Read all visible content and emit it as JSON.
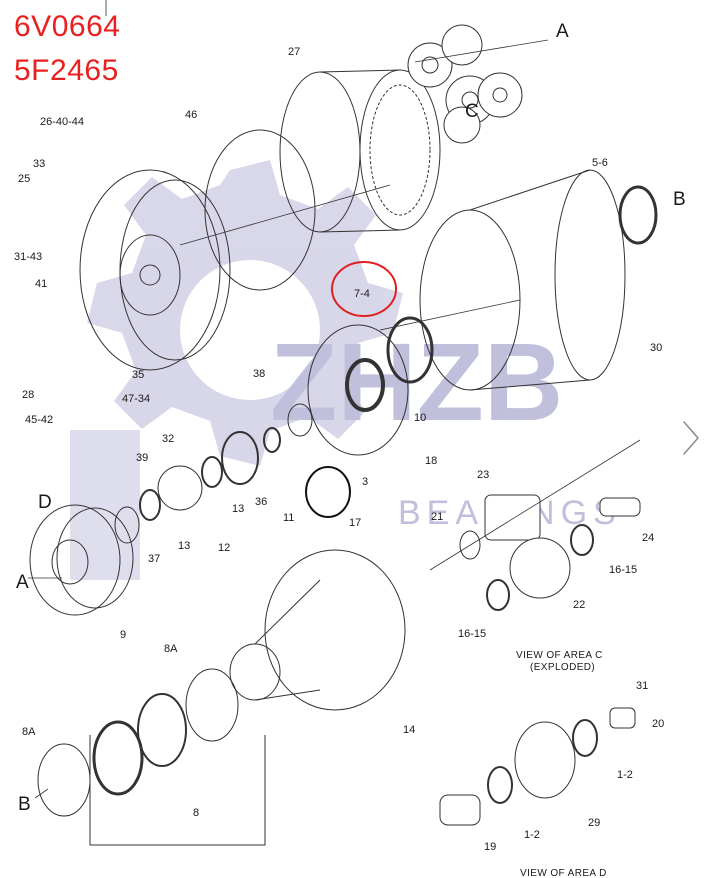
{
  "header": {
    "part_number_1": "6V0664",
    "part_number_2": "5F2465"
  },
  "watermark": {
    "logo_text": "ZHZB",
    "sub_text": "BEARINGS"
  },
  "highlight": {
    "circled_label": "7-4"
  },
  "callouts": {
    "c27": "27",
    "cA1": "A",
    "cC": "C",
    "c26_40_44": "26-40-44",
    "c46": "46",
    "c33": "33",
    "c25": "25",
    "c31_43": "31-43",
    "c5_6": "5-6",
    "cB1": "B",
    "c41": "41",
    "c7_4": "7-4",
    "c30": "30",
    "c38": "38",
    "c35": "35",
    "c28": "28",
    "c45_42": "45-42",
    "c47_34": "47-34",
    "c32": "32",
    "c39": "39",
    "c10": "10",
    "c18": "18",
    "c3": "3",
    "c36": "36",
    "c11": "11",
    "c17": "17",
    "c13a": "13",
    "c13b": "13",
    "c12": "12",
    "c37": "37",
    "cD": "D",
    "c23": "23",
    "c21": "21",
    "c24": "24",
    "c16_15a": "16-15",
    "c16_15b": "16-15",
    "c22": "22",
    "cA2": "A",
    "c9": "9",
    "c8A1": "8A",
    "c8A2": "8A",
    "cB2": "B",
    "c8": "8",
    "c14": "14",
    "c31": "31",
    "c20": "20",
    "c1_2a": "1-2",
    "c1_2b": "1-2",
    "c29": "29",
    "c19": "19"
  },
  "captions": {
    "view_c_line1": "VIEW OF AREA  C",
    "view_c_line2": "(EXPLODED)",
    "view_d": "VIEW OF AREA  D"
  },
  "icons": {
    "next": "chevron-right-icon"
  }
}
